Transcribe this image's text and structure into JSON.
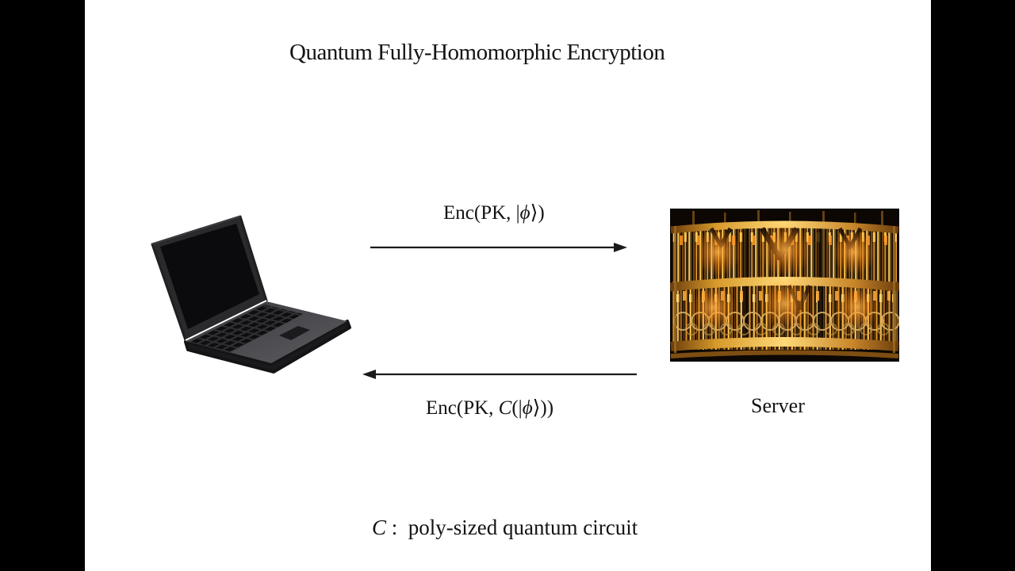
{
  "window": {
    "type": "video-slide",
    "frame_bg": "#000000",
    "slide_bg": "#ffffff"
  },
  "title": "Quantum Fully-Homomorphic Encryption",
  "client": {
    "icon": "laptop-illustration"
  },
  "server": {
    "label": "Server",
    "image": "quantum-computer-photo"
  },
  "messages": {
    "request": {
      "direction": "client-to-server",
      "prefix": "Enc(PK, ",
      "bar": "|",
      "phi": "ϕ",
      "rangle": "⟩",
      "suffix": ")"
    },
    "response": {
      "direction": "server-to-client",
      "prefix": "Enc(PK, ",
      "circuit": "C",
      "open": "(",
      "bar": "|",
      "phi": "ϕ",
      "rangle": "⟩",
      "suffix": "))"
    }
  },
  "footnote": {
    "symbol": "C",
    "colon": " :  ",
    "text": "poly-sized quantum circuit"
  },
  "colors": {
    "text": "#141414",
    "arrow": "#1b1b1b",
    "gold": "#e8a030",
    "gold_bright": "#f7c95c",
    "amber_dark": "#7a4a12",
    "photo_bg": "#0c0703",
    "laptop_lid": "#2a2a2d",
    "laptop_base": "#4a4a4e"
  }
}
